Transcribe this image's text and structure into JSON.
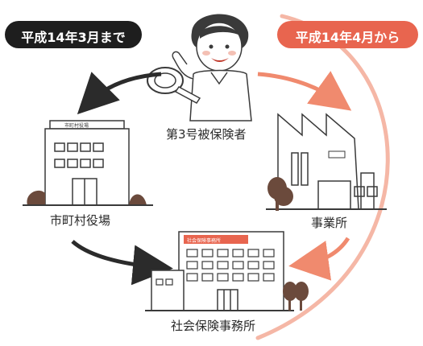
{
  "badges": {
    "before": {
      "text": "平成14年3月まで",
      "color": "#1e1e1e"
    },
    "after": {
      "text": "平成14年4月から",
      "color": "#e8654f"
    }
  },
  "nodes": {
    "insured_person": "第3号被保険者",
    "city_office": "市町村役場",
    "workplace": "事業所",
    "social_insurance_office": "社会保険事務所"
  },
  "building_signs": {
    "city_office_sign": "市町村役場",
    "social_insurance_sign": "社会保険事務所"
  },
  "colors": {
    "old_flow_arrow": "#2b2b2b",
    "new_flow_arrow": "#f08a6e",
    "outline": "#3a3a3a",
    "tree": "#6b4a3c"
  },
  "icons": [
    "person-with-seal-icon",
    "government-building-icon",
    "factory-icon",
    "office-building-icon",
    "tree-icon"
  ]
}
